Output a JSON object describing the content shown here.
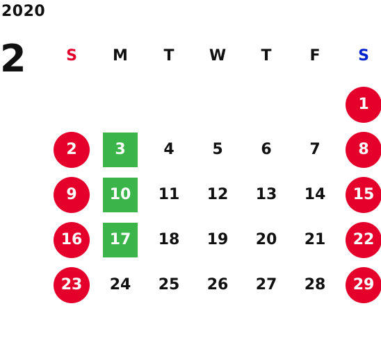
{
  "calendar": {
    "year": "2020",
    "month": "2",
    "weekdays": [
      {
        "label": "S",
        "color": "#e4002b"
      },
      {
        "label": "M",
        "color": "#111111"
      },
      {
        "label": "T",
        "color": "#111111"
      },
      {
        "label": "W",
        "color": "#111111"
      },
      {
        "label": "T",
        "color": "#111111"
      },
      {
        "label": "F",
        "color": "#111111"
      },
      {
        "label": "S",
        "color": "#0022cc"
      }
    ],
    "colors": {
      "holiday_circle": "#e4002b",
      "marked_square": "#3bb54a",
      "text": "#111111"
    },
    "weeks": [
      [
        {
          "day": ""
        },
        {
          "day": ""
        },
        {
          "day": ""
        },
        {
          "day": ""
        },
        {
          "day": ""
        },
        {
          "day": ""
        },
        {
          "day": "1",
          "style": "holiday"
        }
      ],
      [
        {
          "day": "2",
          "style": "holiday"
        },
        {
          "day": "3",
          "style": "marked"
        },
        {
          "day": "4"
        },
        {
          "day": "5"
        },
        {
          "day": "6"
        },
        {
          "day": "7"
        },
        {
          "day": "8",
          "style": "holiday"
        }
      ],
      [
        {
          "day": "9",
          "style": "holiday"
        },
        {
          "day": "10",
          "style": "marked"
        },
        {
          "day": "11"
        },
        {
          "day": "12"
        },
        {
          "day": "13"
        },
        {
          "day": "14"
        },
        {
          "day": "15",
          "style": "holiday"
        }
      ],
      [
        {
          "day": "16",
          "style": "holiday"
        },
        {
          "day": "17",
          "style": "marked"
        },
        {
          "day": "18"
        },
        {
          "day": "19"
        },
        {
          "day": "20"
        },
        {
          "day": "21"
        },
        {
          "day": "22",
          "style": "holiday"
        }
      ],
      [
        {
          "day": "23",
          "style": "holiday"
        },
        {
          "day": "24"
        },
        {
          "day": "25"
        },
        {
          "day": "26"
        },
        {
          "day": "27"
        },
        {
          "day": "28"
        },
        {
          "day": "29",
          "style": "holiday"
        }
      ]
    ]
  }
}
